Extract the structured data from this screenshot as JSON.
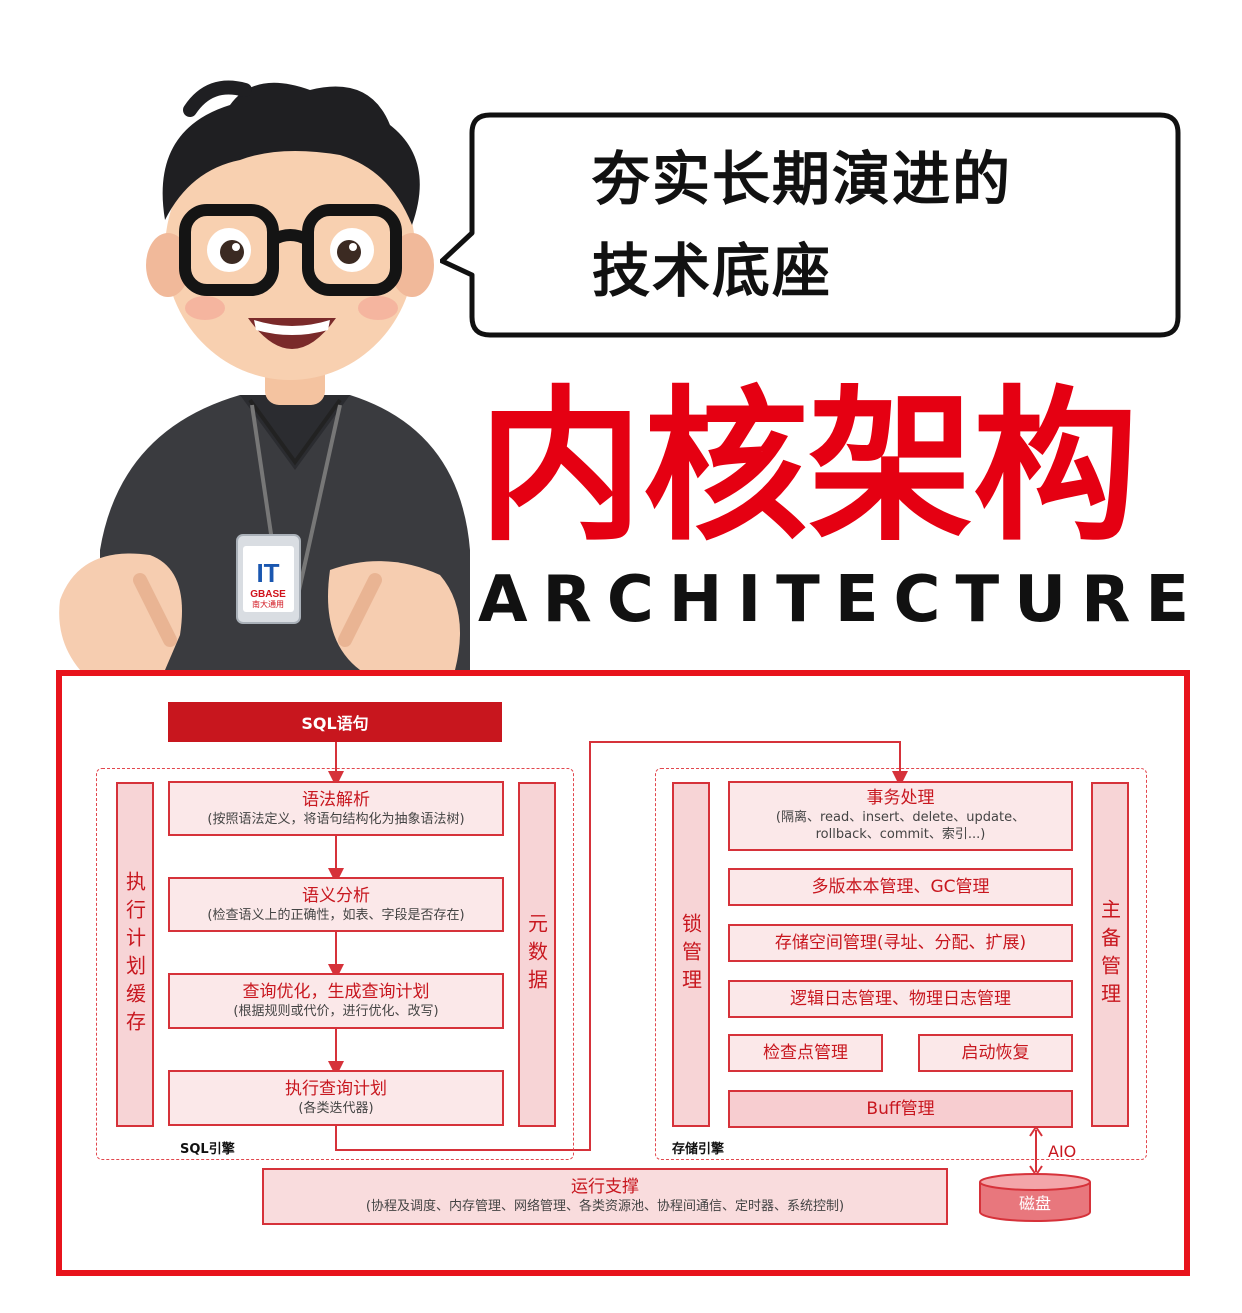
{
  "bubble": {
    "line1": "夯实长期演进的",
    "line2": "技术底座"
  },
  "badge": {
    "big": "IT",
    "brand": "GBASE",
    "sub": "南大通用"
  },
  "title": {
    "cn": "内核架构",
    "en": "ARCHITECTURE"
  },
  "diagram": {
    "sql_statement": "SQL语句",
    "sql_engine": {
      "label": "SQL引擎",
      "left_vertical": "执行计划缓存",
      "right_vertical": "元数据",
      "steps": [
        {
          "title": "语法解析",
          "desc": "(按照语法定义，将语句结构化为抽象语法树)"
        },
        {
          "title": "语义分析",
          "desc": "(检查语义上的正确性，如表、字段是否存在)"
        },
        {
          "title": "查询优化，生成查询计划",
          "desc": "(根据规则或代价，进行优化、改写)"
        },
        {
          "title": "执行查询计划",
          "desc": "(各类迭代器)"
        }
      ]
    },
    "storage_engine": {
      "label": "存储引擎",
      "left_vertical": "锁管理",
      "right_vertical": "主备管理",
      "transaction": {
        "title": "事务处理",
        "desc1": "(隔离、read、insert、delete、update、",
        "desc2": "rollback、commit、索引...)"
      },
      "mvcc": "多版本本管理、GC管理",
      "space": "存储空间管理(寻址、分配、扩展)",
      "log": "逻辑日志管理、物理日志管理",
      "checkpoint": "检查点管理",
      "recovery": "启动恢复",
      "buff": "Buff管理"
    },
    "runtime": {
      "title": "运行支撑",
      "desc": "(协程及调度、内存管理、网络管理、各类资源池、协程间通信、定时器、系统控制)"
    },
    "disk": "磁盘",
    "aio": "AIO"
  }
}
